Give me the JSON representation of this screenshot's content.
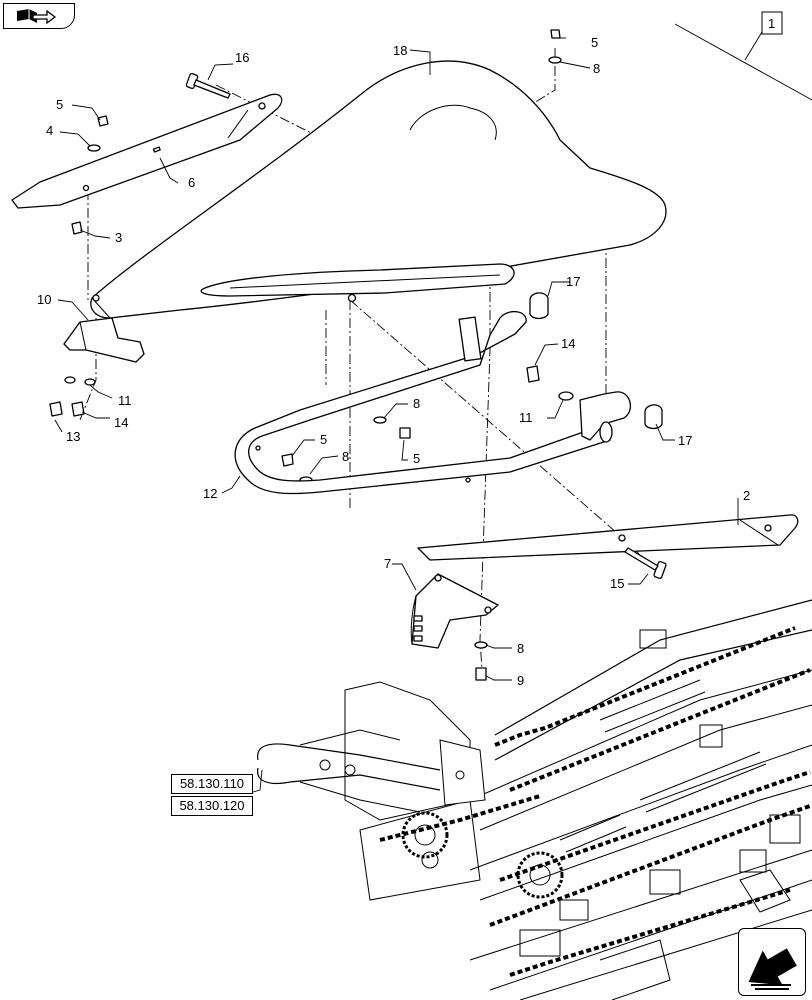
{
  "callouts": {
    "c1": "1",
    "c2": "2",
    "c3": "3",
    "c4": "4",
    "c5a": "5",
    "c5b": "5",
    "c5c": "5",
    "c5d": "5",
    "c6": "6",
    "c7": "7",
    "c8a": "8",
    "c8b": "8",
    "c8c": "8",
    "c8d": "8",
    "c9": "9",
    "c10": "10",
    "c11a": "11",
    "c11b": "11",
    "c12": "12",
    "c13": "13",
    "c14a": "14",
    "c14b": "14",
    "c15": "15",
    "c16": "16",
    "c17a": "17",
    "c17b": "17",
    "c18": "18"
  },
  "references": [
    "58.130.110",
    "58.130.120"
  ],
  "icons": {
    "top_left": "book-arrow-icon",
    "bottom_right": "next-page-arrow-icon"
  }
}
